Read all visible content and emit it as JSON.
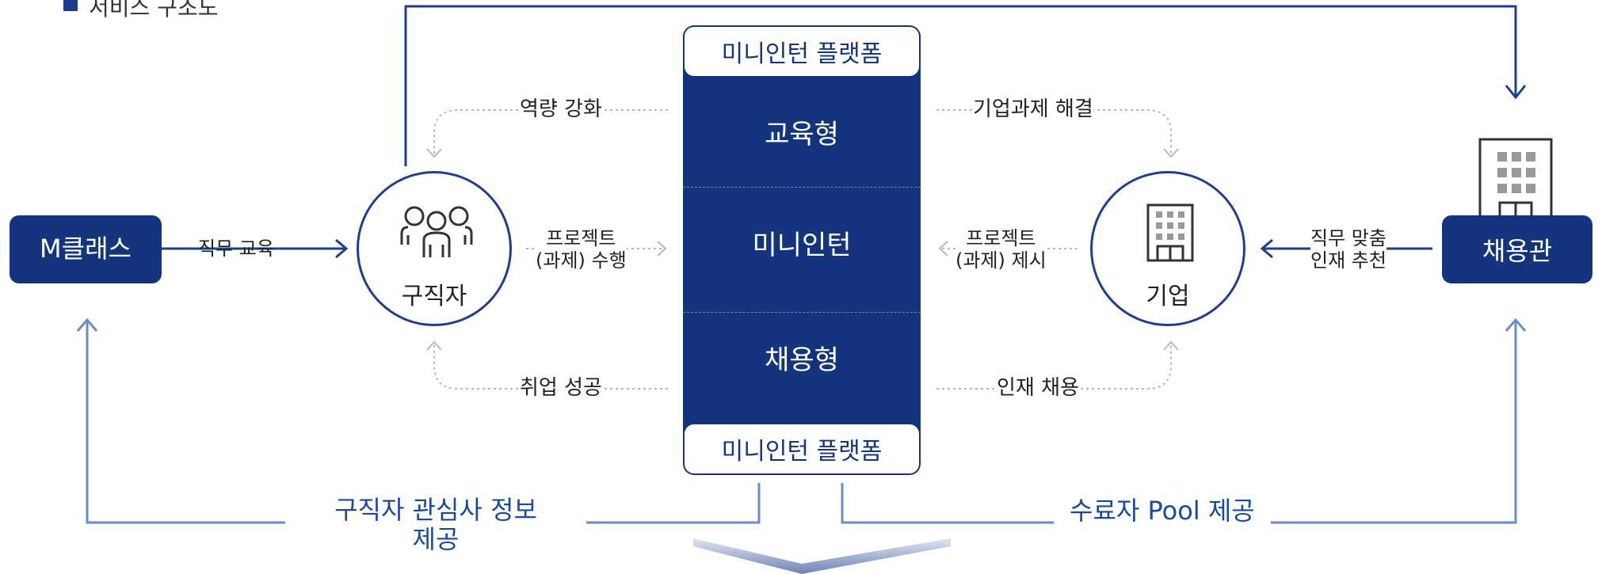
{
  "title": "서비스 구조도",
  "colors": {
    "navy": "#15347e",
    "line_blue": "#1f3f8e",
    "pale_blue": "#6b8cc9",
    "gray_dotted": "#b8b8b8"
  },
  "nodes": {
    "mclass": "M클래스",
    "job_seeker": "구직자",
    "company": "기업",
    "recruiter": "채용관"
  },
  "platform": {
    "header": "미니인턴 플랫폼",
    "footer": "미니인턴 플랫폼",
    "sections": [
      "교육형",
      "미니인턴",
      "채용형"
    ]
  },
  "edges": {
    "job_training": "직무 교육",
    "capacity_building": "역량 강화",
    "project_perform": [
      "프로젝트",
      "(과제) 수행"
    ],
    "employment_success": "취업 성공",
    "corporate_task": "기업과제 해결",
    "project_propose": [
      "프로젝트",
      "(과제) 제시"
    ],
    "talent_hiring": "인재 채용",
    "talent_recommend": [
      "직무 맞춤",
      "인재 추천"
    ],
    "interest_info": [
      "구직자 관심사 정보",
      "제공"
    ],
    "graduate_pool": "수료자 Pool 제공"
  },
  "icons": [
    "people-icon",
    "building-icon",
    "office-tower-icon"
  ]
}
